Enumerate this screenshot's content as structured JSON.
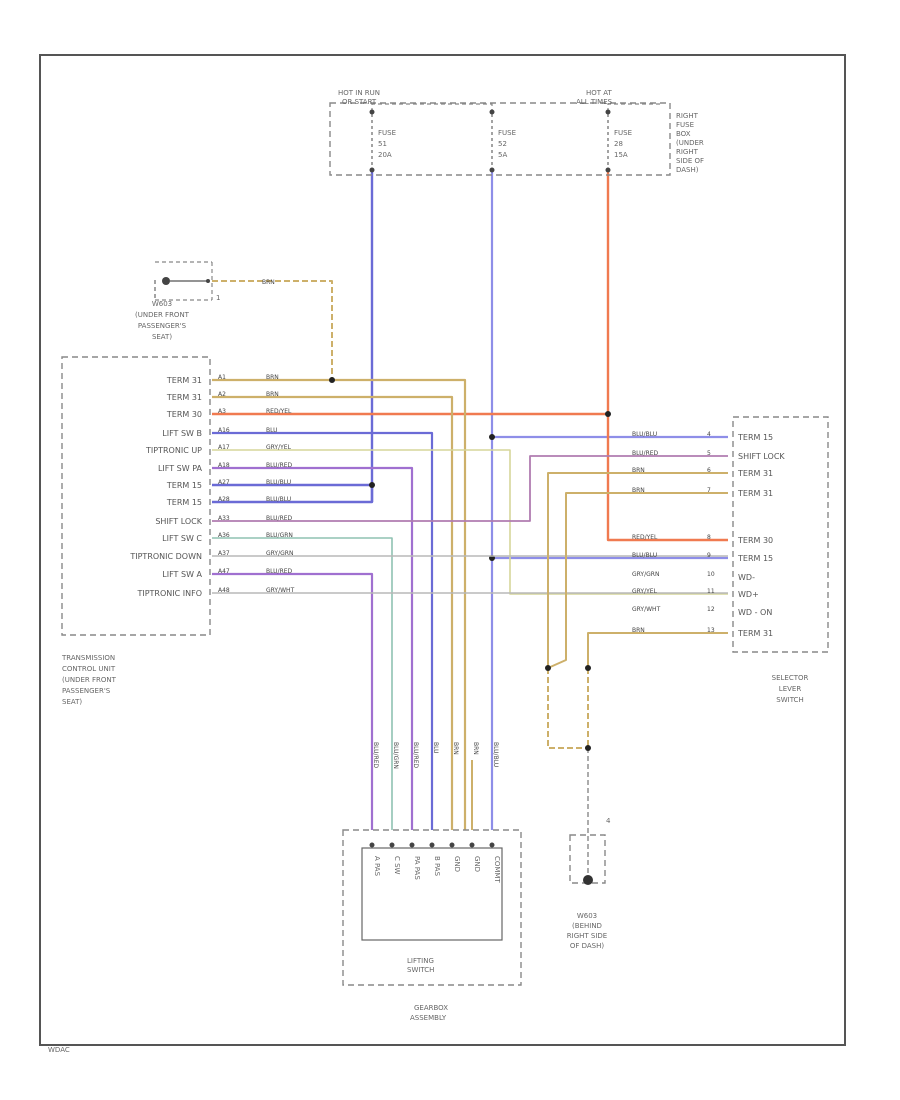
{
  "diagram_code": "WDAC",
  "fuse_panel": {
    "hot_run_label": [
      "HOT IN RUN",
      "OR START"
    ],
    "hot_at_label": [
      "HOT AT",
      "ALL TIMES"
    ],
    "location": [
      "RIGHT",
      "FUSE",
      "BOX",
      "(UNDER",
      "RIGHT",
      "SIDE OF",
      "DASH)"
    ],
    "fuses": [
      {
        "lines": [
          "FUSE",
          "51",
          "20A"
        ]
      },
      {
        "lines": [
          "FUSE",
          "52",
          "5A"
        ]
      },
      {
        "lines": [
          "FUSE",
          "28",
          "15A"
        ]
      }
    ]
  },
  "ground_top": {
    "id_label": "1",
    "wire_label": "BRN",
    "description": [
      "W603",
      "(UNDER FRONT",
      "PASSENGER'S",
      "SEAT)"
    ]
  },
  "tcu": {
    "description": [
      "TRANSMISSION",
      "CONTROL UNIT",
      "(UNDER FRONT",
      "PASSENGER'S",
      "SEAT)"
    ],
    "pins": [
      {
        "label": "TERM 31",
        "pin": "A1",
        "wire": "BRN"
      },
      {
        "label": "TERM 31",
        "pin": "A2",
        "wire": "BRN"
      },
      {
        "label": "TERM 30",
        "pin": "A3",
        "wire": "RED/YEL"
      },
      {
        "label": "LIFT SW B",
        "pin": "A16",
        "wire": "BLU"
      },
      {
        "label": "TIPTRONIC UP",
        "pin": "A17",
        "wire": "GRY/YEL"
      },
      {
        "label": "LIFT SW PA",
        "pin": "A18",
        "wire": "BLU/RED"
      },
      {
        "label": "TERM 15",
        "pin": "A27",
        "wire": "BLU/BLU"
      },
      {
        "label": "TERM 15",
        "pin": "A28",
        "wire": "BLU/BLU"
      },
      {
        "label": "SHIFT LOCK",
        "pin": "A33",
        "wire": "BLU/RED"
      },
      {
        "label": "LIFT SW C",
        "pin": "A36",
        "wire": "BLU/GRN"
      },
      {
        "label": "TIPTRONIC DOWN",
        "pin": "A37",
        "wire": "GRY/GRN"
      },
      {
        "label": "LIFT SW A",
        "pin": "A47",
        "wire": "BLU/RED"
      },
      {
        "label": "TIPTRONIC INFO",
        "pin": "A48",
        "wire": "GRY/WHT"
      }
    ]
  },
  "selector": {
    "description": [
      "SELECTOR",
      "LEVER",
      "SWITCH"
    ],
    "pins": [
      {
        "label": "TERM 15",
        "pin": "4",
        "wire": "BLU/BLU"
      },
      {
        "label": "SHIFT LOCK",
        "pin": "5",
        "wire": "BLU/RED"
      },
      {
        "label": "TERM 31",
        "pin": "6",
        "wire": "BRN"
      },
      {
        "label": "TERM 31",
        "pin": "7",
        "wire": "BRN"
      },
      {
        "label": "TERM 30",
        "pin": "8",
        "wire": "RED/YEL"
      },
      {
        "label": "TERM 15",
        "pin": "9",
        "wire": "BLU/BLU"
      },
      {
        "label": "WD-",
        "pin": "10",
        "wire": "GRY/GRN"
      },
      {
        "label": "WD+",
        "pin": "11",
        "wire": "GRY/YEL"
      },
      {
        "label": "WD - ON",
        "pin": "12",
        "wire": "GRY/WHT"
      },
      {
        "label": "TERM 31",
        "pin": "13",
        "wire": "BRN"
      }
    ]
  },
  "gearbox": {
    "inner_title": [
      "LIFTING",
      "SWITCH"
    ],
    "title": [
      "GEARBOX",
      "ASSEMBLY"
    ],
    "pins": [
      "A PAS",
      "C SW",
      "PA PAS",
      "B PAS",
      "GND",
      "GND",
      "COMMT"
    ]
  },
  "ground_bottom": {
    "id_label": "4",
    "description": [
      "W603",
      "(BEHIND",
      "RIGHT SIDE",
      "OF DASH)"
    ]
  },
  "vertical_wire_labels": [
    "BLU/RED",
    "BLU/GRN",
    "BLU/RED",
    "BLU",
    "BRN",
    "BRN",
    "BLU/BLU"
  ],
  "colors": {
    "frame": "#555555",
    "blue": "#6b6bd6",
    "blue_light": "#8e8ee8",
    "orange": "#f07a50",
    "brown": "#cdb06a",
    "purple": "#a070d0",
    "green": "#8fc2b2",
    "gray_yellow": "#d6d69a",
    "gray": "#b8b8b8",
    "blue_red": "#b07cb0"
  }
}
